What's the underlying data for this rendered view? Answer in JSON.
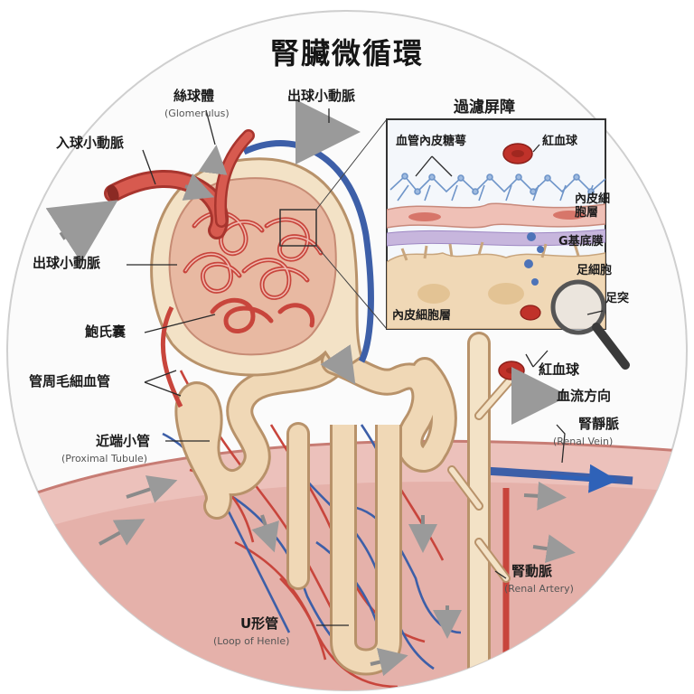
{
  "title": "腎臟微循環",
  "labels": {
    "glomerulus": {
      "zh": "絲球體",
      "en": "(Glomerulus)"
    },
    "efferent_top": {
      "zh": "出球小動脈"
    },
    "afferent": {
      "zh": "入球小動脈"
    },
    "efferent_left": {
      "zh": "出球小動脈"
    },
    "bowman": {
      "zh": "鮑氏囊"
    },
    "peritubular": {
      "zh": "管周毛細血管"
    },
    "proximal": {
      "zh": "近端小管",
      "en": "(Proximal Tubule)"
    },
    "loop": {
      "zh": "U形管",
      "en": "(Loop of Henle)"
    },
    "renal_vein": {
      "zh": "腎靜脈",
      "en": "(Renal Vein)"
    },
    "renal_artery": {
      "zh": "腎動脈",
      "en": "(Renal Artery)"
    },
    "rbc_outside": {
      "zh": "紅血球"
    },
    "flow_direction": {
      "zh": "血流方向"
    }
  },
  "inset": {
    "title": "過濾屏障",
    "glycocalyx": "血管內皮糖萼",
    "rbc": "紅血球",
    "endothelial_layer_right": "內皮細\n胞層",
    "gbm": "G基底膜",
    "podocyte": "足細胞",
    "foot_process": "足突",
    "endothelial_layer_bottom": "內皮細胞層"
  },
  "colors": {
    "artery": "#c8453c",
    "vein": "#3d5fa8",
    "tubule": "#f0d8b6",
    "tubule_edge": "#b8926a",
    "capsule": "#e9b8a0",
    "tissue": "#e9b5b0",
    "arrow": "#8a8a8a"
  }
}
